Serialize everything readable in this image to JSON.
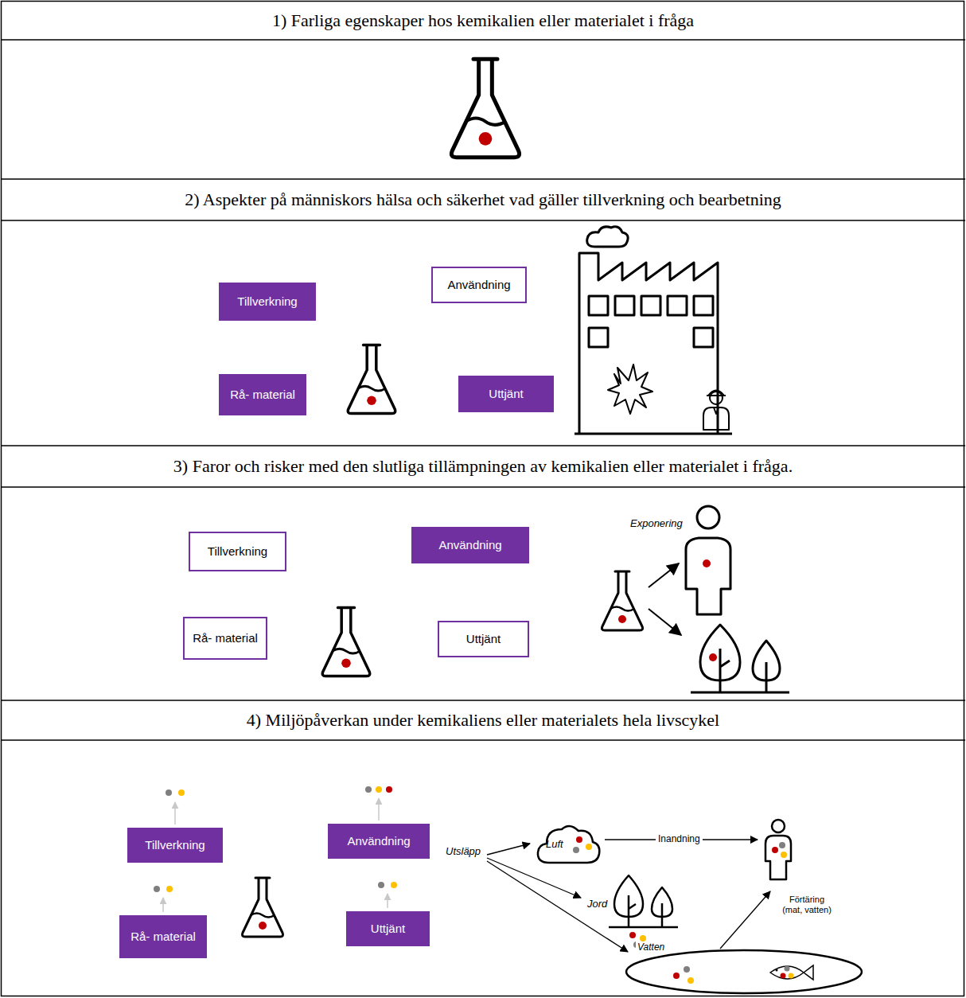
{
  "diagram": {
    "nodes": [
      {
        "text": [
          "1) Farliga egenskaper hos kemikalien eller materialet i fråga"
        ]
      },
      {
        "text": [
          "2) Aspekter på människors hälsa och säkerhet vad gäller tillverkning och bearbetning"
        ]
      },
      {
        "text": [
          "Tillverkning"
        ]
      },
      {
        "text": [
          "Användning"
        ]
      },
      {
        "text": [
          "Rå- material"
        ]
      },
      {
        "text": [
          "Uttjänt"
        ]
      },
      {
        "text": [
          "3) Faror och risker med den slutliga tillämpningen av kemikalien eller materialet i fråga."
        ]
      },
      {
        "text": [
          "Tillverkning"
        ]
      },
      {
        "text": [
          "Användning"
        ]
      },
      {
        "text": [
          "Rå- material"
        ]
      },
      {
        "text": [
          "Uttjänt"
        ]
      },
      {
        "text": [
          "4) Miljöpåverkan under kemikaliens eller materialets hela livscykel"
        ]
      },
      {
        "text": [
          "Tillverkning"
        ]
      },
      {
        "text": [
          "Användning"
        ]
      },
      {
        "text": [
          "Rå- material"
        ]
      },
      {
        "text": [
          "Uttjänt"
        ]
      },
      {
        "text": [
          "Luft"
        ]
      },
      {
        "text": [
          "Vatten"
        ]
      }
    ],
    "labels": [
      "Exponering",
      "Utsläpp",
      "Jord",
      "Inandning",
      "Förtäring (mat, vatten)"
    ]
  }
}
